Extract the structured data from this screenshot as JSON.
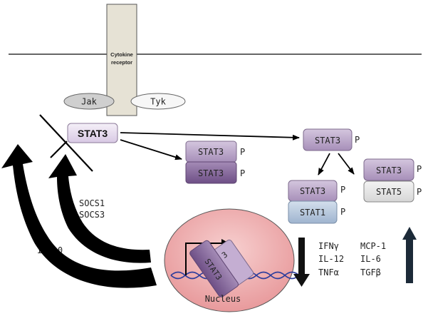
{
  "diagram": {
    "receptor_label_line1": "Cytokine",
    "receptor_label_line2": "receptor",
    "jak": "Jak",
    "tyk": "Tyk",
    "stat3_main": "STAT3",
    "dimer_top": "STAT3",
    "dimer_bottom": "STAT3",
    "mono_right": "STAT3",
    "hetero1_top": "STAT3",
    "hetero1_bottom": "STAT1",
    "hetero2_top": "STAT3",
    "hetero2_bottom": "STAT5",
    "phospho": "P",
    "socs1": "SOCS1",
    "socs3": "SOCS3",
    "il10": "IL-10",
    "nucleus": "Nucleus",
    "dna_stat3": "STAT3",
    "dna_tag": "3",
    "down_genes": [
      "IFNγ",
      "IL-12",
      "TNFα"
    ],
    "up_genes": [
      "MCP-1",
      "IL-6",
      "TGFβ"
    ]
  },
  "colors": {
    "stat_purple": "#b7a2c4",
    "stat_purple_dark": "#7d5f93",
    "stat_light": "#e6dcef",
    "stat1_blue": "#b7c8de",
    "stat5_grey": "#e4e4e4",
    "nucleus_pink": "#f2b7b9",
    "receptor_tan": "#e4e0d2",
    "dna_blue": "#2d3d9c"
  }
}
